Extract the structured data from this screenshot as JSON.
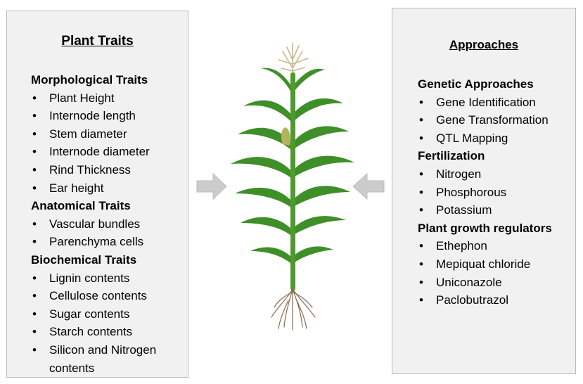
{
  "plant_traits": {
    "title": "Plant Traits",
    "groups": [
      {
        "heading": "Morphological Traits",
        "items": [
          "Plant Height",
          "Internode length",
          "Stem diameter",
          "Internode diameter",
          "Rind Thickness",
          "Ear height"
        ]
      },
      {
        "heading": "Anatomical Traits",
        "items": [
          "Vascular bundles",
          "Parenchyma cells"
        ]
      },
      {
        "heading": "Biochemical Traits",
        "items": [
          "Lignin contents",
          "Cellulose contents",
          "Sugar contents",
          "Starch contents",
          "Silicon and Nitrogen contents"
        ]
      }
    ]
  },
  "approaches": {
    "title": "Approaches",
    "groups": [
      {
        "heading": "Genetic Approaches",
        "items": [
          "Gene Identification",
          "Gene Transformation",
          "QTL Mapping"
        ]
      },
      {
        "heading": "Fertilization",
        "items": [
          "Nitrogen",
          "Phosphorous",
          "Potassium"
        ]
      },
      {
        "heading": "Plant growth regulators",
        "items": [
          "Ethephon",
          "Mepiquat chloride",
          "Uniconazole",
          "Paclobutrazol"
        ]
      }
    ]
  },
  "bullet_glyph": "•",
  "colors": {
    "panel_bg": "#f1f1f1",
    "panel_border": "#b9b9b9",
    "arrow": "#cccccc",
    "stem": "#4f9a2c",
    "leaf": "#3f8f29",
    "root": "#8a6b4c"
  }
}
